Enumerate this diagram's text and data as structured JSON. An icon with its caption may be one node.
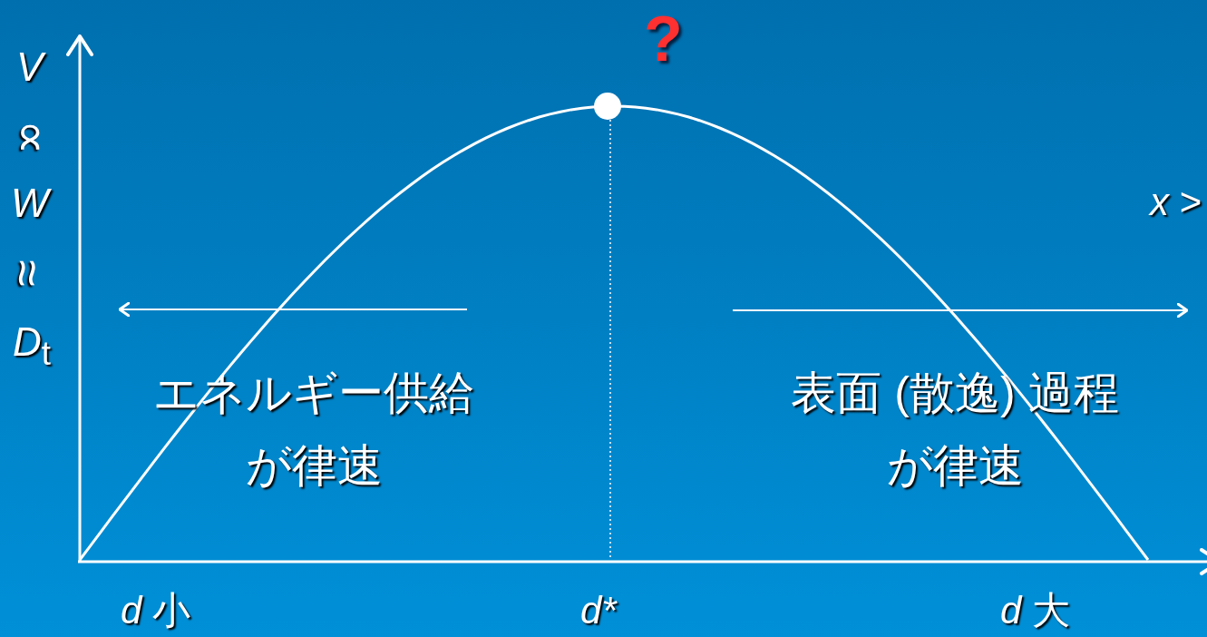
{
  "diagram": {
    "labels": [
      "?",
      "*V*",
      "∝",
      "*W*",
      "≈",
      "*D*$_{t}$",
      "*x* >",
      "エネルギー供給が律速",
      "表面 (散逸) 過程が律速",
      "*d* 小",
      "d*",
      "*d* 大"
    ]
  }
}
